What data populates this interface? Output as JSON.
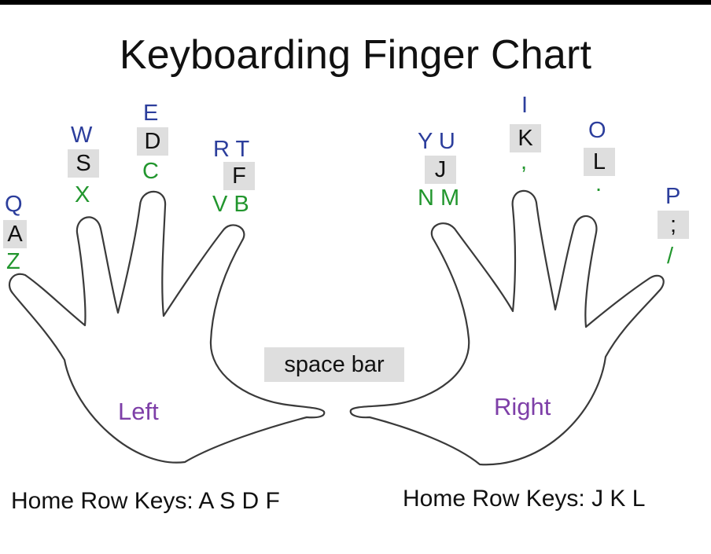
{
  "title": "Keyboarding Finger Chart",
  "colors": {
    "top_row": "#2c3e9c",
    "bottom_row": "#22962e",
    "hand_label": "#7e3fa8",
    "key_bg": "#dedede"
  },
  "left_hand": {
    "label": "Left",
    "fingers": {
      "pinky": {
        "top": "Q",
        "home": "A",
        "bottom": "Z"
      },
      "ring": {
        "top": "W",
        "home": "S",
        "bottom": "X"
      },
      "middle": {
        "top": "E",
        "home": "D",
        "bottom": "C"
      },
      "index": {
        "top": "R T",
        "home": "F",
        "bottom": "V B"
      }
    },
    "home_row_text": "Home Row Keys: A S D F"
  },
  "right_hand": {
    "label": "Right",
    "fingers": {
      "index": {
        "top": "Y U",
        "home": "J",
        "bottom": "N M"
      },
      "middle": {
        "top": "I",
        "home": "K",
        "bottom": ","
      },
      "ring": {
        "top": "O",
        "home": "L",
        "bottom": "."
      },
      "pinky": {
        "top": "P",
        "home": ";",
        "bottom": "/"
      }
    },
    "home_row_text": "Home Row Keys: J K L"
  },
  "space_bar": "space bar"
}
